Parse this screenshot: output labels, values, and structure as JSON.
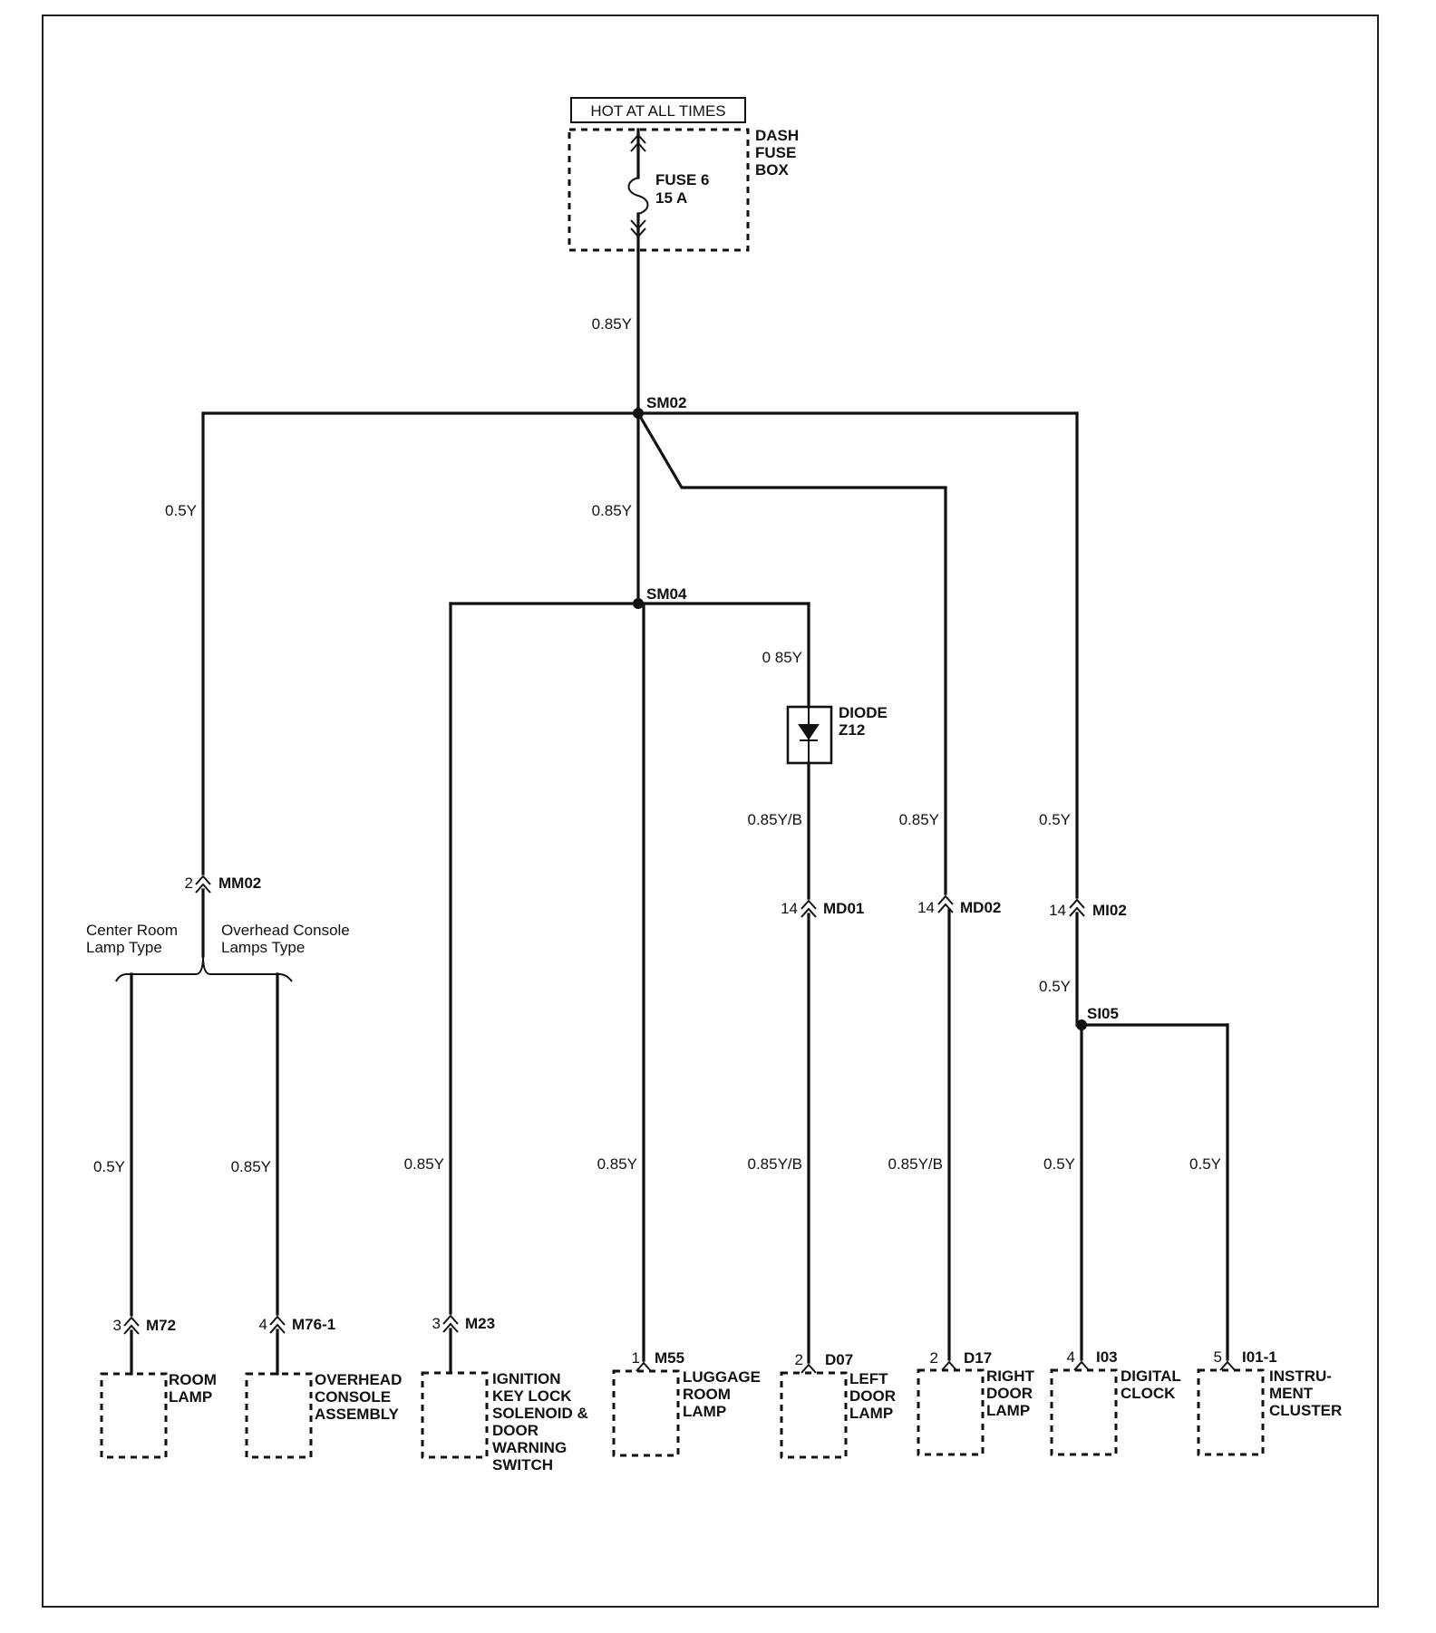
{
  "source": {
    "label": "HOT AT ALL TIMES",
    "box": [
      "DASH",
      "FUSE",
      "BOX"
    ],
    "fuse": [
      "FUSE 6",
      "15 A"
    ]
  },
  "wires": {
    "main": "0.85Y",
    "to_mm02": "0.5Y",
    "to_sm04": "0.85Y",
    "diode_in": "0 85Y",
    "diode_out": "0.85Y/B",
    "to_md02": "0.85Y",
    "to_mi02": "0.5Y",
    "mi02_out": "0.5Y",
    "room_lamp": "0.5Y",
    "overhead": "0.85Y",
    "ignition": "0.85Y",
    "luggage": "0.85Y",
    "left_door": "0.85Y/B",
    "right_door": "0.85Y/B",
    "digital_clock": "0.5Y",
    "cluster": "0.5Y"
  },
  "splices": {
    "sm02": "SM02",
    "sm04": "SM04",
    "si05": "SI05"
  },
  "diode": [
    "DIODE",
    "Z12"
  ],
  "connectors": {
    "mm02": {
      "pin": "2",
      "id": "MM02"
    },
    "md01": {
      "pin": "14",
      "id": "MD01"
    },
    "md02": {
      "pin": "14",
      "id": "MD02"
    },
    "mi02": {
      "pin": "14",
      "id": "MI02"
    },
    "m72": {
      "pin": "3",
      "id": "M72"
    },
    "m761": {
      "pin": "4",
      "id": "M76-1"
    },
    "m23": {
      "pin": "3",
      "id": "M23"
    },
    "m55": {
      "pin": "1",
      "id": "M55"
    },
    "d07": {
      "pin": "2",
      "id": "D07"
    },
    "d17": {
      "pin": "2",
      "id": "D17"
    },
    "i03": {
      "pin": "4",
      "id": "I03"
    },
    "i011": {
      "pin": "5",
      "id": "I01-1"
    }
  },
  "options": {
    "center": [
      "Center Room",
      "Lamp Type"
    ],
    "overhead": [
      "Overhead Console",
      "Lamps Type"
    ]
  },
  "components": {
    "room_lamp": [
      "ROOM",
      "LAMP"
    ],
    "overhead": [
      "OVERHEAD",
      "CONSOLE",
      "ASSEMBLY"
    ],
    "ignition": [
      "IGNITION",
      "KEY LOCK",
      "SOLENOID &",
      "DOOR",
      "WARNING",
      "SWITCH"
    ],
    "luggage": [
      "LUGGAGE",
      "ROOM",
      "LAMP"
    ],
    "left_door": [
      "LEFT",
      "DOOR",
      "LAMP"
    ],
    "right_door": [
      "RIGHT",
      "DOOR",
      "LAMP"
    ],
    "digital_clock": [
      "DIGITAL",
      "CLOCK"
    ],
    "cluster": [
      "INSTRU-",
      "MENT",
      "CLUSTER"
    ]
  }
}
